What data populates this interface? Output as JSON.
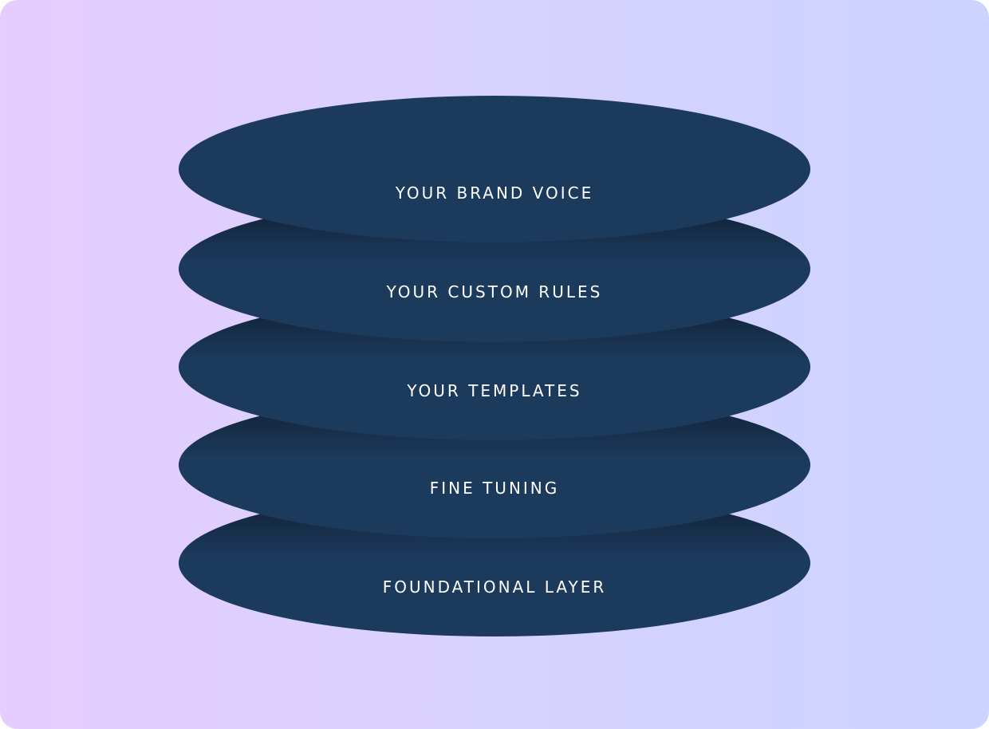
{
  "diagram": {
    "layers": [
      {
        "label": "YOUR BRAND VOICE"
      },
      {
        "label": "YOUR CUSTOM RULES"
      },
      {
        "label": "YOUR TEMPLATES"
      },
      {
        "label": "FINE TUNING"
      },
      {
        "label": "FOUNDATIONAL LAYER"
      }
    ]
  },
  "colors": {
    "background_start": "#e5cdfd",
    "background_end": "#cbd3fe",
    "disc_fill": "#1c3a5c",
    "disc_shadow": "#0f1d2e",
    "label_text": "#ffffff"
  }
}
